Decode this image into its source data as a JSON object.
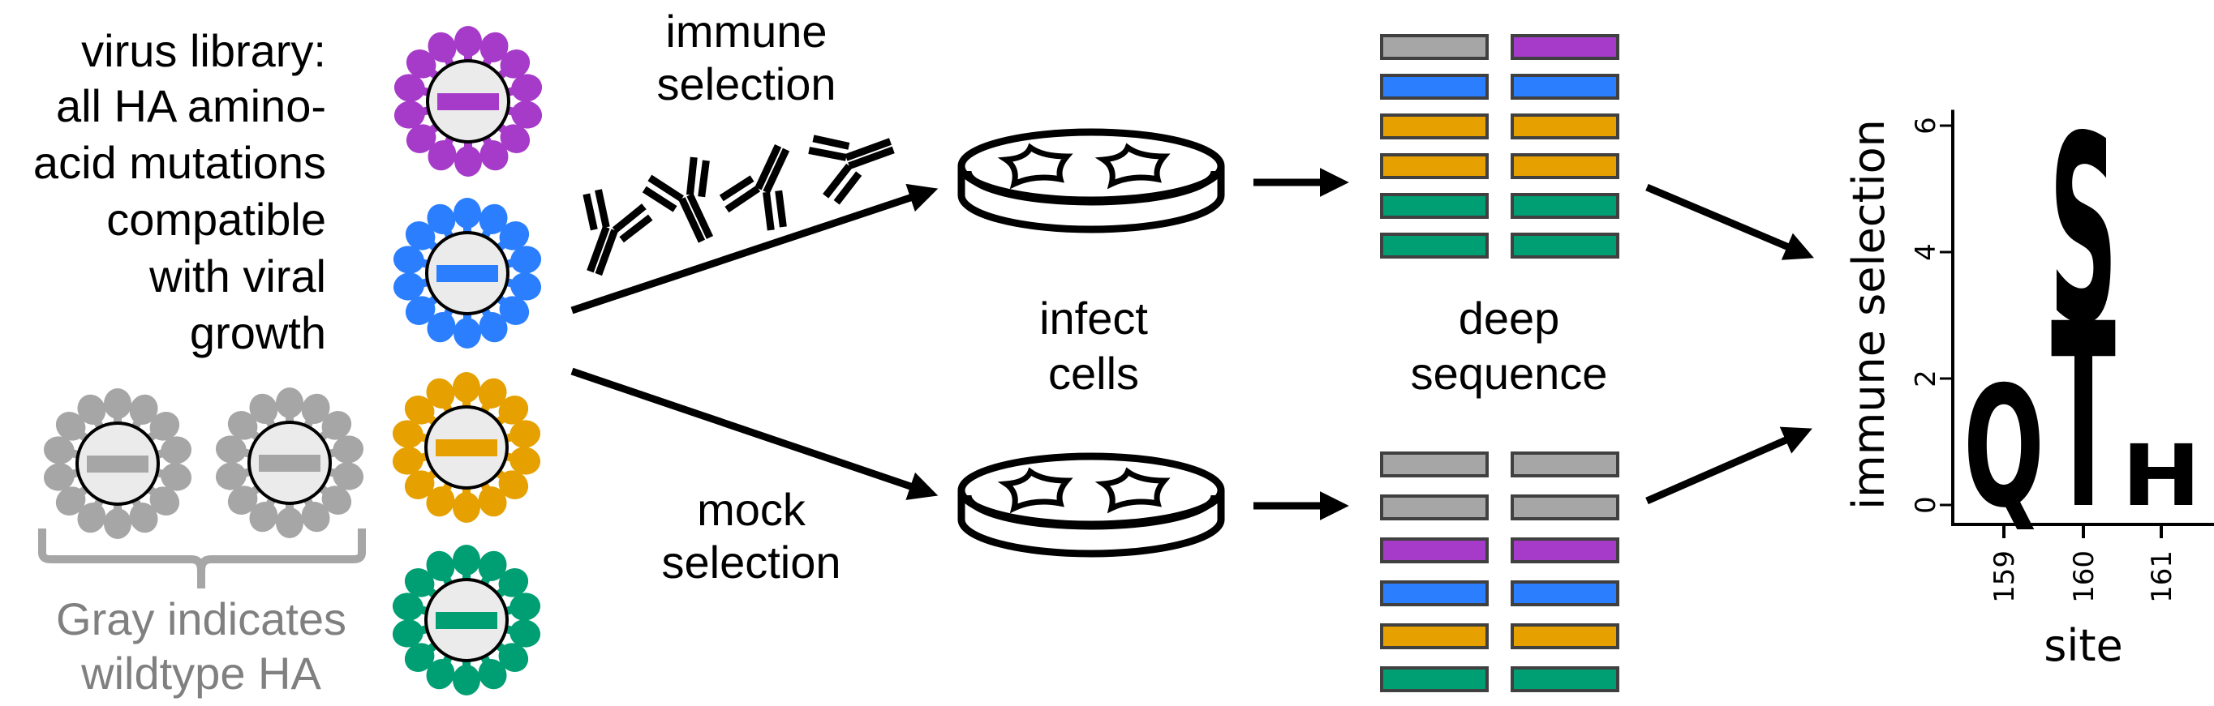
{
  "colors": {
    "purple": "#a63bc9",
    "blue": "#2b7fff",
    "orange": "#e6a000",
    "green": "#009e73",
    "gray": "#a6a6a6",
    "capsid_fill": "#ebebeb",
    "bar_border": "#404040",
    "wildtype_text": "#808080"
  },
  "library_label": {
    "lines": [
      "virus library:",
      "all HA amino-",
      "acid mutations",
      "compatible",
      "with viral",
      "growth"
    ]
  },
  "wildtype_label": {
    "lines": [
      "Gray indicates",
      "wildtype HA"
    ]
  },
  "viruses": {
    "library": [
      {
        "color": "purple"
      },
      {
        "color": "blue"
      },
      {
        "color": "orange"
      },
      {
        "color": "green"
      }
    ],
    "wildtype": [
      {
        "color": "gray"
      },
      {
        "color": "gray"
      }
    ]
  },
  "steps": {
    "immune_selection": [
      "immune",
      "selection"
    ],
    "mock_selection": [
      "mock",
      "selection"
    ],
    "infect_cells": [
      "infect",
      "cells"
    ],
    "deep_sequence": [
      "deep",
      "sequence"
    ]
  },
  "reads": {
    "immune": [
      [
        "gray",
        "purple"
      ],
      [
        "blue",
        "blue"
      ],
      [
        "orange",
        "orange"
      ],
      [
        "orange",
        "orange"
      ],
      [
        "green",
        "green"
      ],
      [
        "green",
        "green"
      ]
    ],
    "mock": [
      [
        "gray",
        "gray"
      ],
      [
        "gray",
        "gray"
      ],
      [
        "purple",
        "purple"
      ],
      [
        "blue",
        "blue"
      ],
      [
        "orange",
        "orange"
      ],
      [
        "green",
        "green"
      ]
    ]
  },
  "chart_data": {
    "type": "logo",
    "title": "",
    "xlabel": "site",
    "ylabel": "immune selection",
    "categories": [
      "159",
      "160",
      "161"
    ],
    "ylim": [
      0,
      6.2
    ],
    "yticks": [
      0,
      2,
      4,
      6
    ],
    "stacks": [
      {
        "site": "159",
        "letters": [
          {
            "letter": "Q",
            "value": 1.92,
            "color": "#6495ed"
          }
        ]
      },
      {
        "site": "160",
        "letters": [
          {
            "letter": "T",
            "value": 2.93,
            "color": "#ff8c00"
          },
          {
            "letter": "S",
            "value": 2.97,
            "color": "#008000"
          }
        ]
      },
      {
        "site": "161",
        "letters": [
          {
            "letter": "H",
            "value": 0.98,
            "color": "#800080"
          }
        ]
      }
    ]
  }
}
